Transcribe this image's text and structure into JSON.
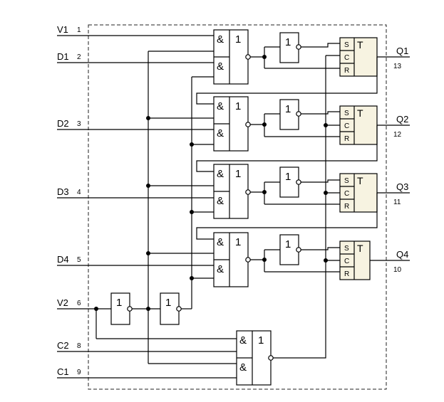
{
  "inputs": [
    {
      "label": "V1",
      "pin": "1"
    },
    {
      "label": "D1",
      "pin": "2"
    },
    {
      "label": "D2",
      "pin": "3"
    },
    {
      "label": "D3",
      "pin": "4"
    },
    {
      "label": "D4",
      "pin": "5"
    },
    {
      "label": "V2",
      "pin": "6"
    },
    {
      "label": "C2",
      "pin": "8"
    },
    {
      "label": "C1",
      "pin": "9"
    }
  ],
  "outputs": [
    {
      "label": "Q1",
      "pin": "13"
    },
    {
      "label": "Q2",
      "pin": "12"
    },
    {
      "label": "Q3",
      "pin": "11"
    },
    {
      "label": "Q4",
      "pin": "10"
    }
  ],
  "symbols": {
    "and": "&",
    "one": "1",
    "trigger": "T",
    "set": "S",
    "clock": "C",
    "reset": "R"
  }
}
